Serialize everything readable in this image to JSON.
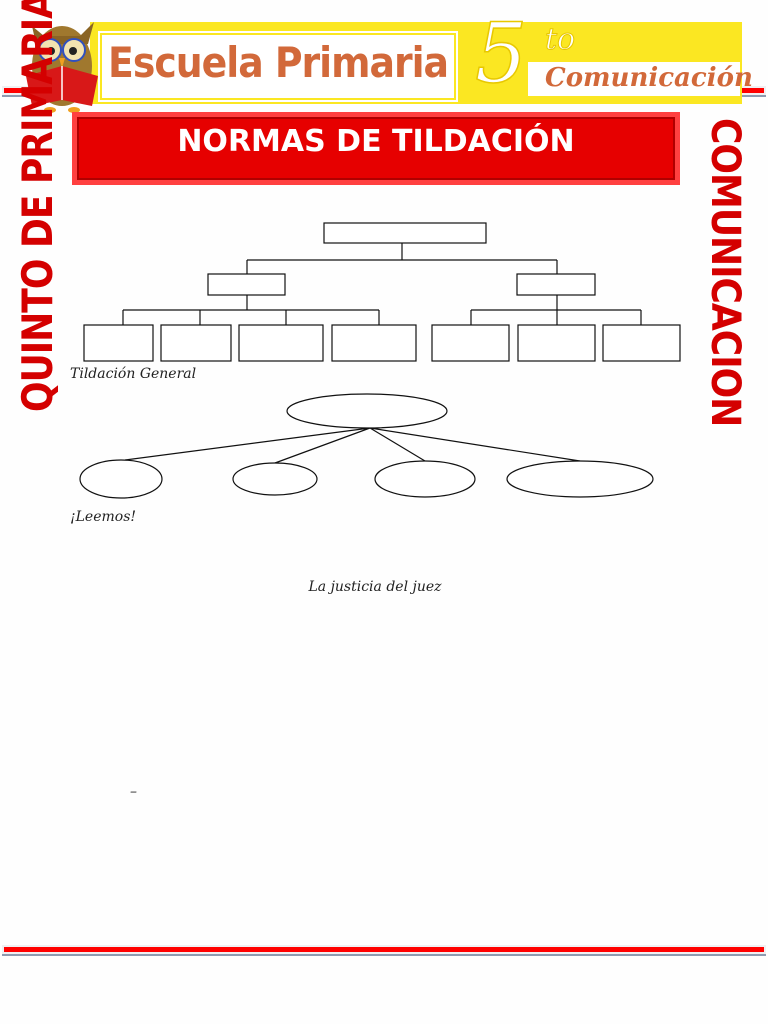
{
  "header": {
    "school": "Escuela Primaria",
    "grade_number": "5",
    "grade_suffix": "to",
    "subject": "Comunicación"
  },
  "banner": {
    "title": "NORMAS DE TILDACIÓN"
  },
  "side": {
    "left": "QUINTO DE PRIMARIA",
    "right": "COMUNICACION"
  },
  "worksheet": {
    "label_general": "Tildación General",
    "label_read": "¡Leemos!",
    "reading_title": "La justicia del juez",
    "dash": "–"
  },
  "colors": {
    "accent_red": "#e60000",
    "header_yellow": "#fbe722",
    "school_text": "#d2693a"
  }
}
